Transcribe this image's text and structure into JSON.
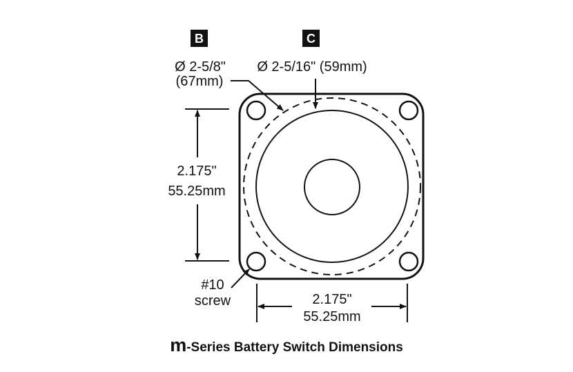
{
  "diagram": {
    "title_prefix": "m",
    "title_rest": "-Series Battery Switch Dimensions",
    "callouts": [
      {
        "letter": "B",
        "line1": "Ø 2-5/8\"",
        "line2": "(67mm)"
      },
      {
        "letter": "C",
        "line1": "Ø 2-5/16\" (59mm)"
      }
    ],
    "height_dim": {
      "inches": "2.175\"",
      "mm": "55.25mm"
    },
    "width_dim": {
      "inches": "2.175\"",
      "mm": "55.25mm"
    },
    "screw": {
      "line1": "#10",
      "line2": "screw"
    },
    "colors": {
      "ink": "#111111",
      "background": "#ffffff"
    }
  }
}
